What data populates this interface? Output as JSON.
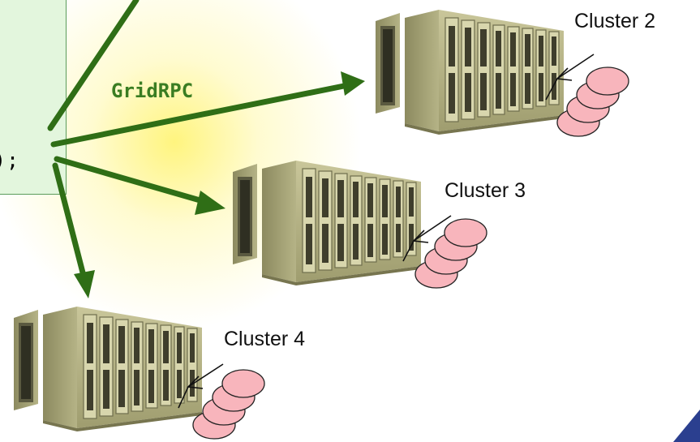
{
  "code_tail": ");",
  "protocol_label": "GridRPC",
  "clusters": [
    {
      "label": "Cluster 2"
    },
    {
      "label": "Cluster 3"
    },
    {
      "label": "Cluster 4"
    }
  ],
  "colors": {
    "arrow": "#2f6e16",
    "code_box_fill": "#e3f6dd",
    "job_fill": "#f8b5bc",
    "rack_body": "#b9b88a",
    "glow": "#fff079"
  },
  "icons": [
    "server-rack-icon",
    "job-queue-icon",
    "arrow-icon"
  ]
}
